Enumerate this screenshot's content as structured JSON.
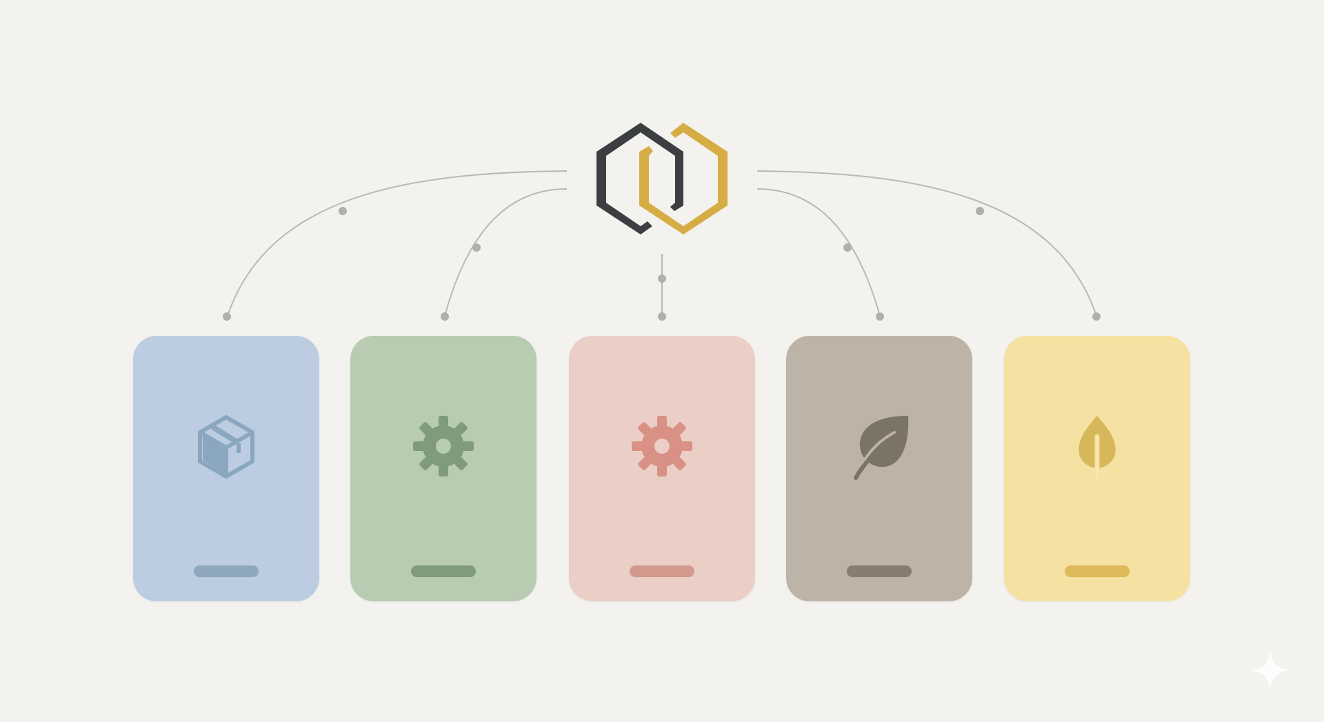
{
  "hub": {
    "icon": "interlocking-hexagons-logo-icon",
    "colors": {
      "dark": "#3c3f41",
      "gold": "#d6ad45"
    }
  },
  "connector_color": "#b9b8b3",
  "cards": [
    {
      "id": "package",
      "icon": "package-box-icon",
      "bg": "#bccde1",
      "accent": "#8ba7bf",
      "bar": "#8ea7bd"
    },
    {
      "id": "gear-green",
      "icon": "gear-icon",
      "bg": "#b8ccb2",
      "accent": "#7f9a7c",
      "bar": "#7f9a7c"
    },
    {
      "id": "gear-red",
      "icon": "gear-icon",
      "bg": "#ebcfc6",
      "accent": "#d99185",
      "bar": "#d19a8c"
    },
    {
      "id": "leaf",
      "icon": "leaf-icon",
      "bg": "#bdb3a6",
      "accent": "#7c7367",
      "bar": "#877d70"
    },
    {
      "id": "sprout",
      "icon": "sprout-leaf-icon",
      "bg": "#f5e1a2",
      "accent": "#d6b75a",
      "bar": "#ddb95a"
    }
  ],
  "watermark_icon": "sparkle-icon"
}
